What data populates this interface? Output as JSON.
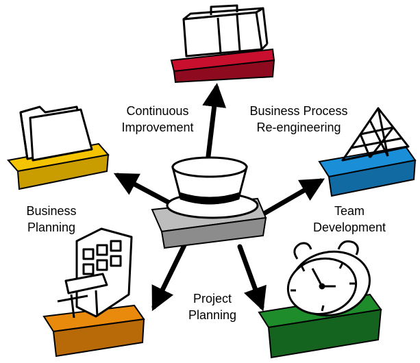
{
  "center": {
    "icon": "cup-and-saucer-icon",
    "tray_color": "#bdbdbd"
  },
  "nodes": [
    {
      "id": "business-process-reengineering",
      "icon": "briefcase-icon",
      "tray_color": "#c8102e",
      "label_lines": [
        "Business Process",
        "Re-engineering"
      ]
    },
    {
      "id": "continuous-improvement",
      "label_lines": [
        "Continuous",
        "Improvement"
      ]
    },
    {
      "id": "business-planning",
      "icon": "folder-icon",
      "tray_color": "#f5c400",
      "label_lines": [
        "Business",
        "Planning"
      ]
    },
    {
      "id": "team-development",
      "icon": "pyramid-icon",
      "tray_color": "#1a8fd8",
      "label_lines": [
        "Team",
        "Development"
      ]
    },
    {
      "id": "project-planning",
      "label_lines": [
        "Project",
        "Planning"
      ]
    },
    {
      "id": "stopwatch-node",
      "icon": "stopwatch-icon",
      "tray_color": "#1e8c2a"
    },
    {
      "id": "machine-node",
      "icon": "machine-icon",
      "tray_color": "#e98a0c"
    }
  ]
}
